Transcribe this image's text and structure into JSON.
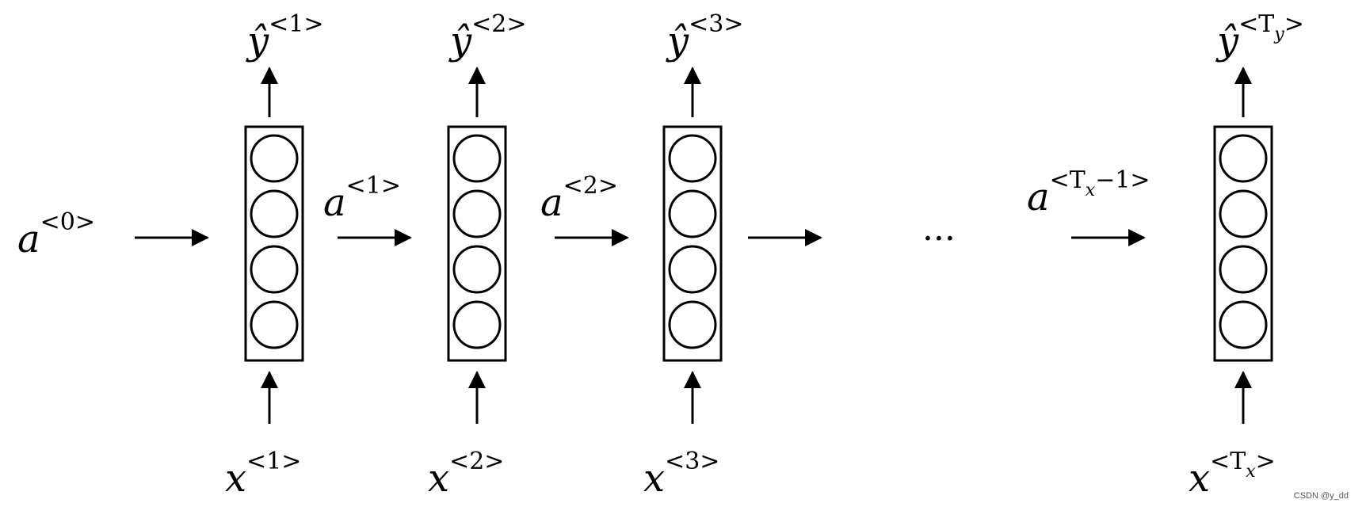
{
  "diagram": {
    "initial_activation": {
      "base": "a",
      "sup": "<0>"
    },
    "units": [
      {
        "input": {
          "base": "x",
          "sup": "<1>"
        },
        "output": {
          "base": "ŷ",
          "sup": "<1>"
        }
      },
      {
        "input": {
          "base": "x",
          "sup": "<2>"
        },
        "output": {
          "base": "ŷ",
          "sup": "<2>"
        }
      },
      {
        "input": {
          "base": "x",
          "sup": "<3>"
        },
        "output": {
          "base": "ŷ",
          "sup": "<3>"
        }
      },
      {
        "input": {
          "base": "x",
          "sup_pre": "<T",
          "sup_sub": "x",
          "sup_post": ">"
        },
        "output": {
          "base": "ŷ",
          "sup_pre": "<T",
          "sup_sub": "y",
          "sup_post": ">"
        }
      }
    ],
    "activations": [
      {
        "base": "a",
        "sup": "<1>"
      },
      {
        "base": "a",
        "sup": "<2>"
      },
      {
        "base": "a",
        "sup_pre": "<T",
        "sup_sub": "x",
        "sup_post": "−1>"
      }
    ],
    "ellipsis": "···"
  },
  "watermark": "CSDN @y_dd"
}
